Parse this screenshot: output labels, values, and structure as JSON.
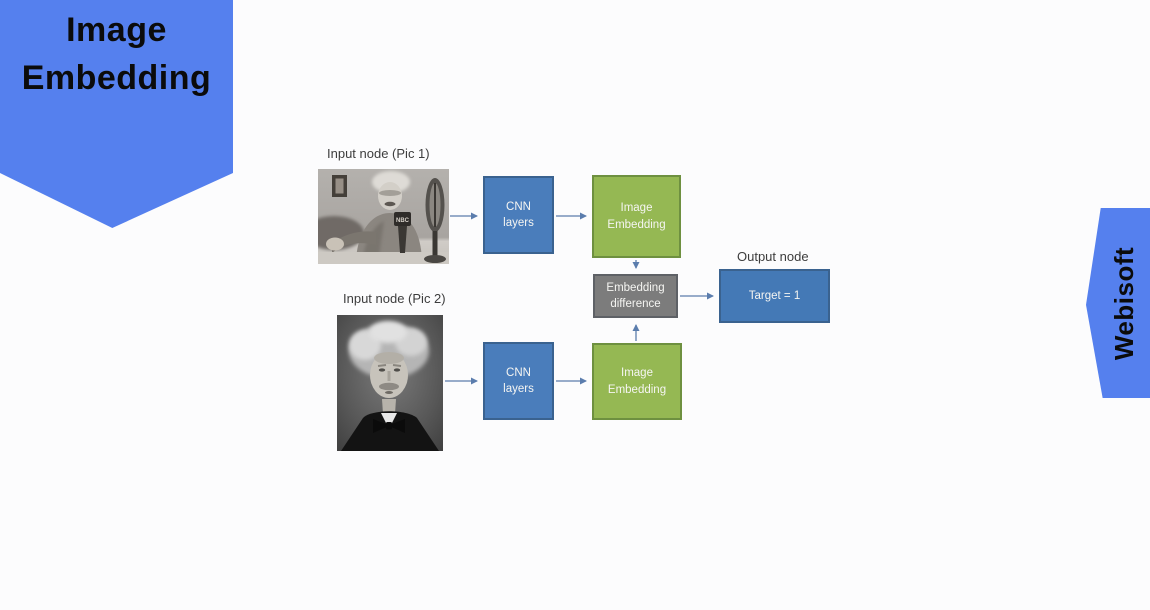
{
  "page": {
    "background": "#fcfcfd"
  },
  "ribbons": {
    "top_left": {
      "line1": "Image",
      "line2": "Embedding",
      "color": "#5580EE",
      "text_color": "#0b0b0b"
    },
    "right": {
      "label": "Webisoft",
      "color": "#5580EE",
      "text_color": "#0b0b0b"
    }
  },
  "diagram": {
    "labels": {
      "input1": "Input node (Pic 1)",
      "input2": "Input node (Pic 2)",
      "output": "Output node"
    },
    "nodes": {
      "cnn1": {
        "line1": "CNN",
        "line2": "layers",
        "fill": "#4A7DBB",
        "border": "#3A628F"
      },
      "emb1": {
        "line1": "Image",
        "line2": "Embedding",
        "fill": "#95B853",
        "border": "#6E9040"
      },
      "diff": {
        "line1": "Embedding",
        "line2": "difference",
        "fill": "#7C7C7C",
        "border": "#5E6166"
      },
      "target": {
        "label": "Target = 1",
        "fill": "#4479B6",
        "border": "#3A628F"
      },
      "cnn2": {
        "line1": "CNN",
        "line2": "layers",
        "fill": "#4A7DBB",
        "border": "#3A628F"
      },
      "emb2": {
        "line1": "Image",
        "line2": "Embedding",
        "fill": "#95B853",
        "border": "#6E9040"
      }
    },
    "photos": {
      "pic1_name": "einstein-desk-nbc-photo",
      "pic1_mic_text": "NBC",
      "pic2_name": "einstein-portrait-photo"
    },
    "arrow_color": "#5B7DAD"
  }
}
